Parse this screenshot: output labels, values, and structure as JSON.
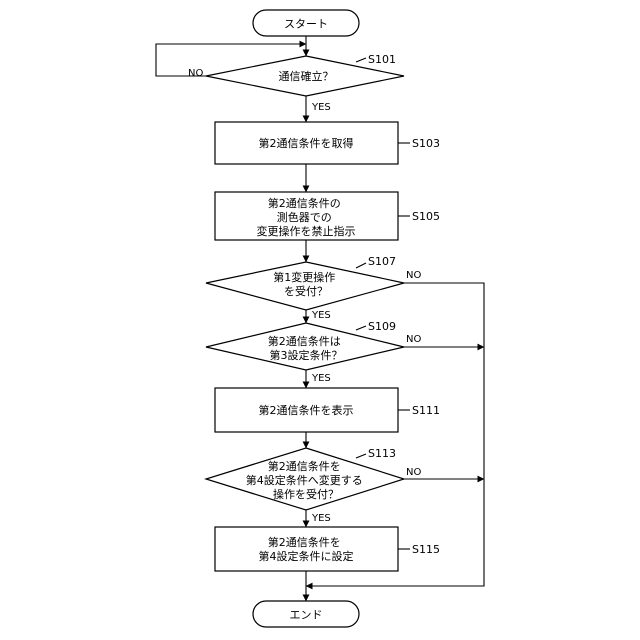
{
  "flowchart": {
    "start": "スタート",
    "end": "エンド",
    "labels": {
      "yes": "YES",
      "no": "NO"
    },
    "steps": {
      "s101": {
        "id": "S101",
        "lines": [
          "通信確立？"
        ]
      },
      "s103": {
        "id": "S103",
        "lines": [
          "第2通信条件を取得"
        ]
      },
      "s105": {
        "id": "S105",
        "lines": [
          "第2通信条件の",
          "測色器での",
          "変更操作を禁止指示"
        ]
      },
      "s107": {
        "id": "S107",
        "lines": [
          "第1変更操作",
          "を受付？"
        ]
      },
      "s109": {
        "id": "S109",
        "lines": [
          "第2通信条件は",
          "第3設定条件？"
        ]
      },
      "s111": {
        "id": "S111",
        "lines": [
          "第2通信条件を表示"
        ]
      },
      "s113": {
        "id": "S113",
        "lines": [
          "第2通信条件を",
          "第4設定条件へ変更する",
          "操作を受付？"
        ]
      },
      "s115": {
        "id": "S115",
        "lines": [
          "第2通信条件を",
          "第4設定条件に設定"
        ]
      }
    }
  }
}
